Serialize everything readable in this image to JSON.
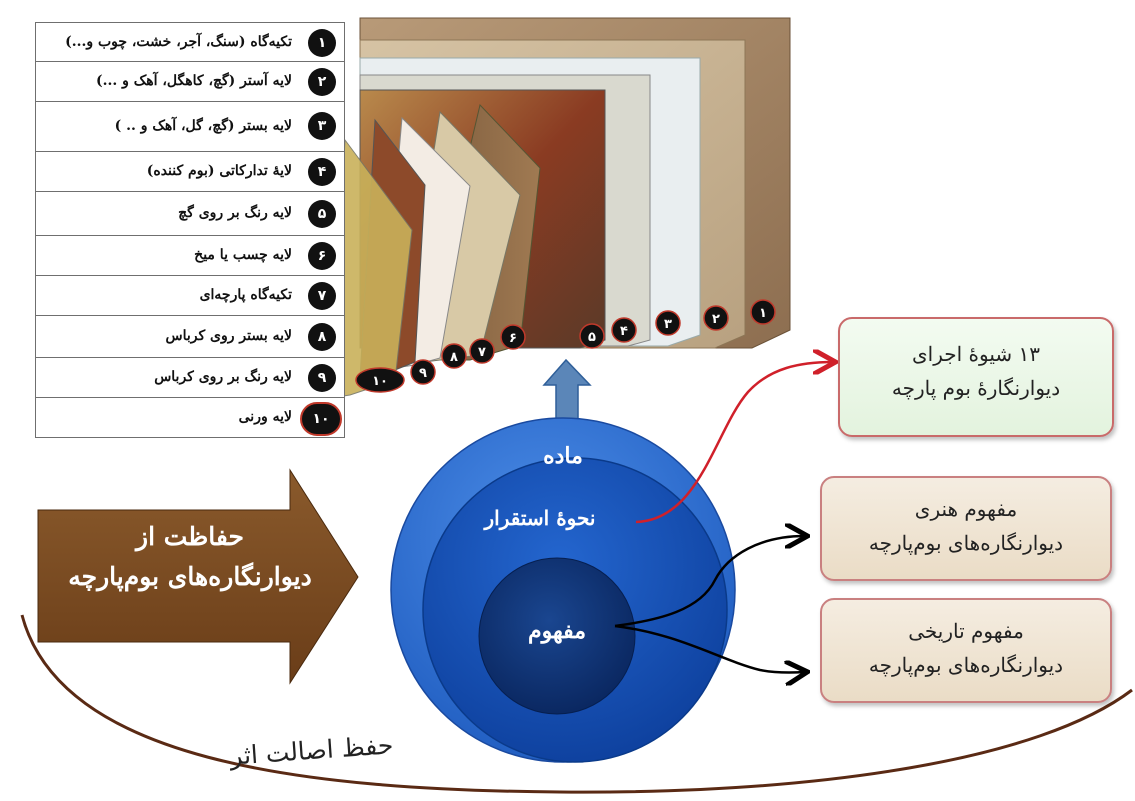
{
  "layers": [
    {
      "num": "١",
      "label": "تکیه‌گاه (سنگ، آجر، خشت، چوب و...)"
    },
    {
      "num": "٢",
      "label": "لایه آستر (گچ، کاهگل، آهک و ...)"
    },
    {
      "num": "٣",
      "label": "لایه بستر (گچ، گل، آهک و .. )"
    },
    {
      "num": "۴",
      "label": "لایهٔ تدارکاتی (بوم کننده)"
    },
    {
      "num": "۵",
      "label": "لایه رنگ بر روی گچ"
    },
    {
      "num": "۶",
      "label": "لایه چسب یا میخ"
    },
    {
      "num": "٧",
      "label": "تکیه‌گاه پارچه‌ای"
    },
    {
      "num": "٨",
      "label": "لایه بستر روی کرباس"
    },
    {
      "num": "٩",
      "label": "لایه رنگ بر روی کرباس"
    },
    {
      "num": "١٠",
      "label": "لایه ورنی"
    }
  ],
  "panel_numbers": [
    "١",
    "٢",
    "٣",
    "۴",
    "۵",
    "۶",
    "٧",
    "٨",
    "٩",
    "١٠"
  ],
  "circles": {
    "outer_label": "ماده",
    "middle_label": "نحوهٔ استقرار",
    "inner_label": "مفهوم"
  },
  "left_arrow": {
    "line1": "حفاظت از",
    "line2": "دیوارنگاره‌های بوم‌پارچه"
  },
  "boxes": {
    "execution": {
      "line1": "١٣ شیوهٔ اجرای",
      "line2": "دیوارنگارهٔ بوم پارچه"
    },
    "artistic": {
      "line1": "مفهوم هنری",
      "line2": "دیوارنگاره‌های بوم‌پارچه"
    },
    "historic": {
      "line1": "مفهوم تاریخی",
      "line2": "دیوارنگاره‌های بوم‌پارچه"
    }
  },
  "bottom_label": "حفظ اصالت اثر",
  "colors": {
    "arrow_brown": "#7a4a22",
    "circle_outer": "#2f72d6",
    "circle_middle": "#1557c0",
    "circle_inner": "#0c2f73",
    "red_connector": "#d0202a",
    "up_arrow": "#5b86b8"
  }
}
